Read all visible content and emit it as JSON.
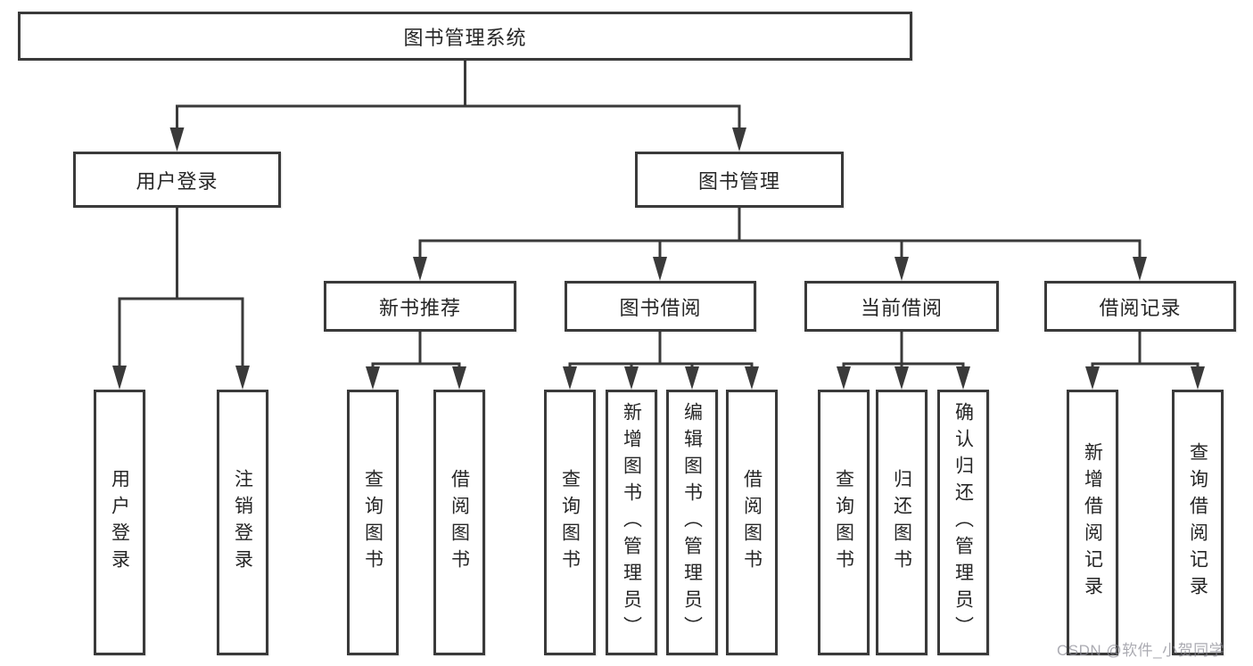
{
  "diagram": {
    "root": {
      "label": "图书管理系统",
      "children": [
        {
          "label": "用户登录",
          "children": [
            {
              "label": "用户登录"
            },
            {
              "label": "注销登录"
            }
          ]
        },
        {
          "label": "图书管理",
          "children": [
            {
              "label": "新书推荐",
              "children": [
                {
                  "label": "查询图书"
                },
                {
                  "label": "借阅图书"
                }
              ]
            },
            {
              "label": "图书借阅",
              "children": [
                {
                  "label": "查询图书"
                },
                {
                  "label": "新增图书（管理员）"
                },
                {
                  "label": "编辑图书（管理员）"
                },
                {
                  "label": "借阅图书"
                }
              ]
            },
            {
              "label": "当前借阅",
              "children": [
                {
                  "label": "查询图书"
                },
                {
                  "label": "归还图书"
                },
                {
                  "label": "确认归还（管理员）"
                }
              ]
            },
            {
              "label": "借阅记录",
              "children": [
                {
                  "label": "新增借阅记录"
                },
                {
                  "label": "查询借阅记录"
                }
              ]
            }
          ]
        }
      ]
    },
    "watermark": "CSDN @软件_小贺同学",
    "colors": {
      "line": "#3a3a3a",
      "box_border": "#3a3a3a",
      "box_fill": "#ffffff",
      "text": "#262626",
      "watermark": "#8a8a94"
    }
  }
}
